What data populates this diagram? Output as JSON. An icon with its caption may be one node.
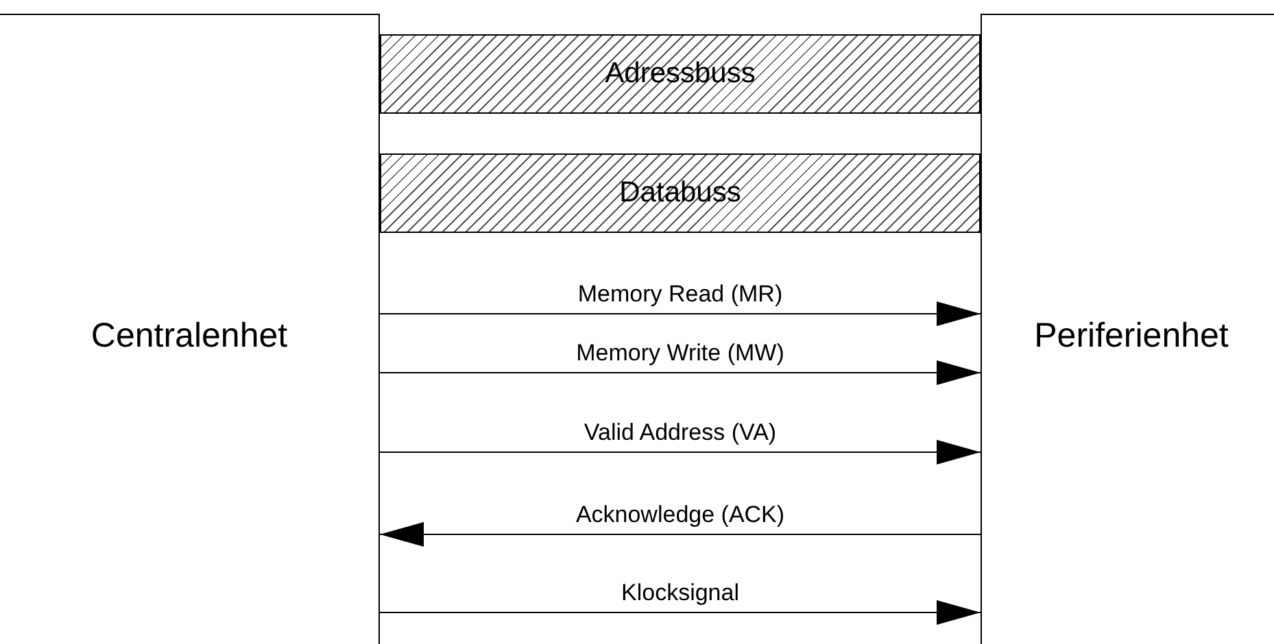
{
  "diagram": {
    "nodes": [
      {
        "text": [
          "Centralenhet"
        ]
      },
      {
        "text": [
          "Adressbuss"
        ]
      },
      {
        "text": [
          "Databuss"
        ]
      },
      {
        "text": [
          "Periferienhet"
        ]
      }
    ],
    "edges": [
      {
        "from": 0,
        "to": 3,
        "arrow": "to",
        "label": "Memory Read (MR)"
      },
      {
        "from": 0,
        "to": 3,
        "arrow": "to",
        "label": "Memory Write (MW)"
      },
      {
        "from": 0,
        "to": 3,
        "arrow": "to",
        "label": "Valid Address (VA)"
      },
      {
        "from": 3,
        "to": 0,
        "arrow": "to",
        "label": "Acknowledge (ACK)"
      },
      {
        "from": 0,
        "to": 3,
        "arrow": "to",
        "label": "Klocksignal"
      }
    ]
  }
}
